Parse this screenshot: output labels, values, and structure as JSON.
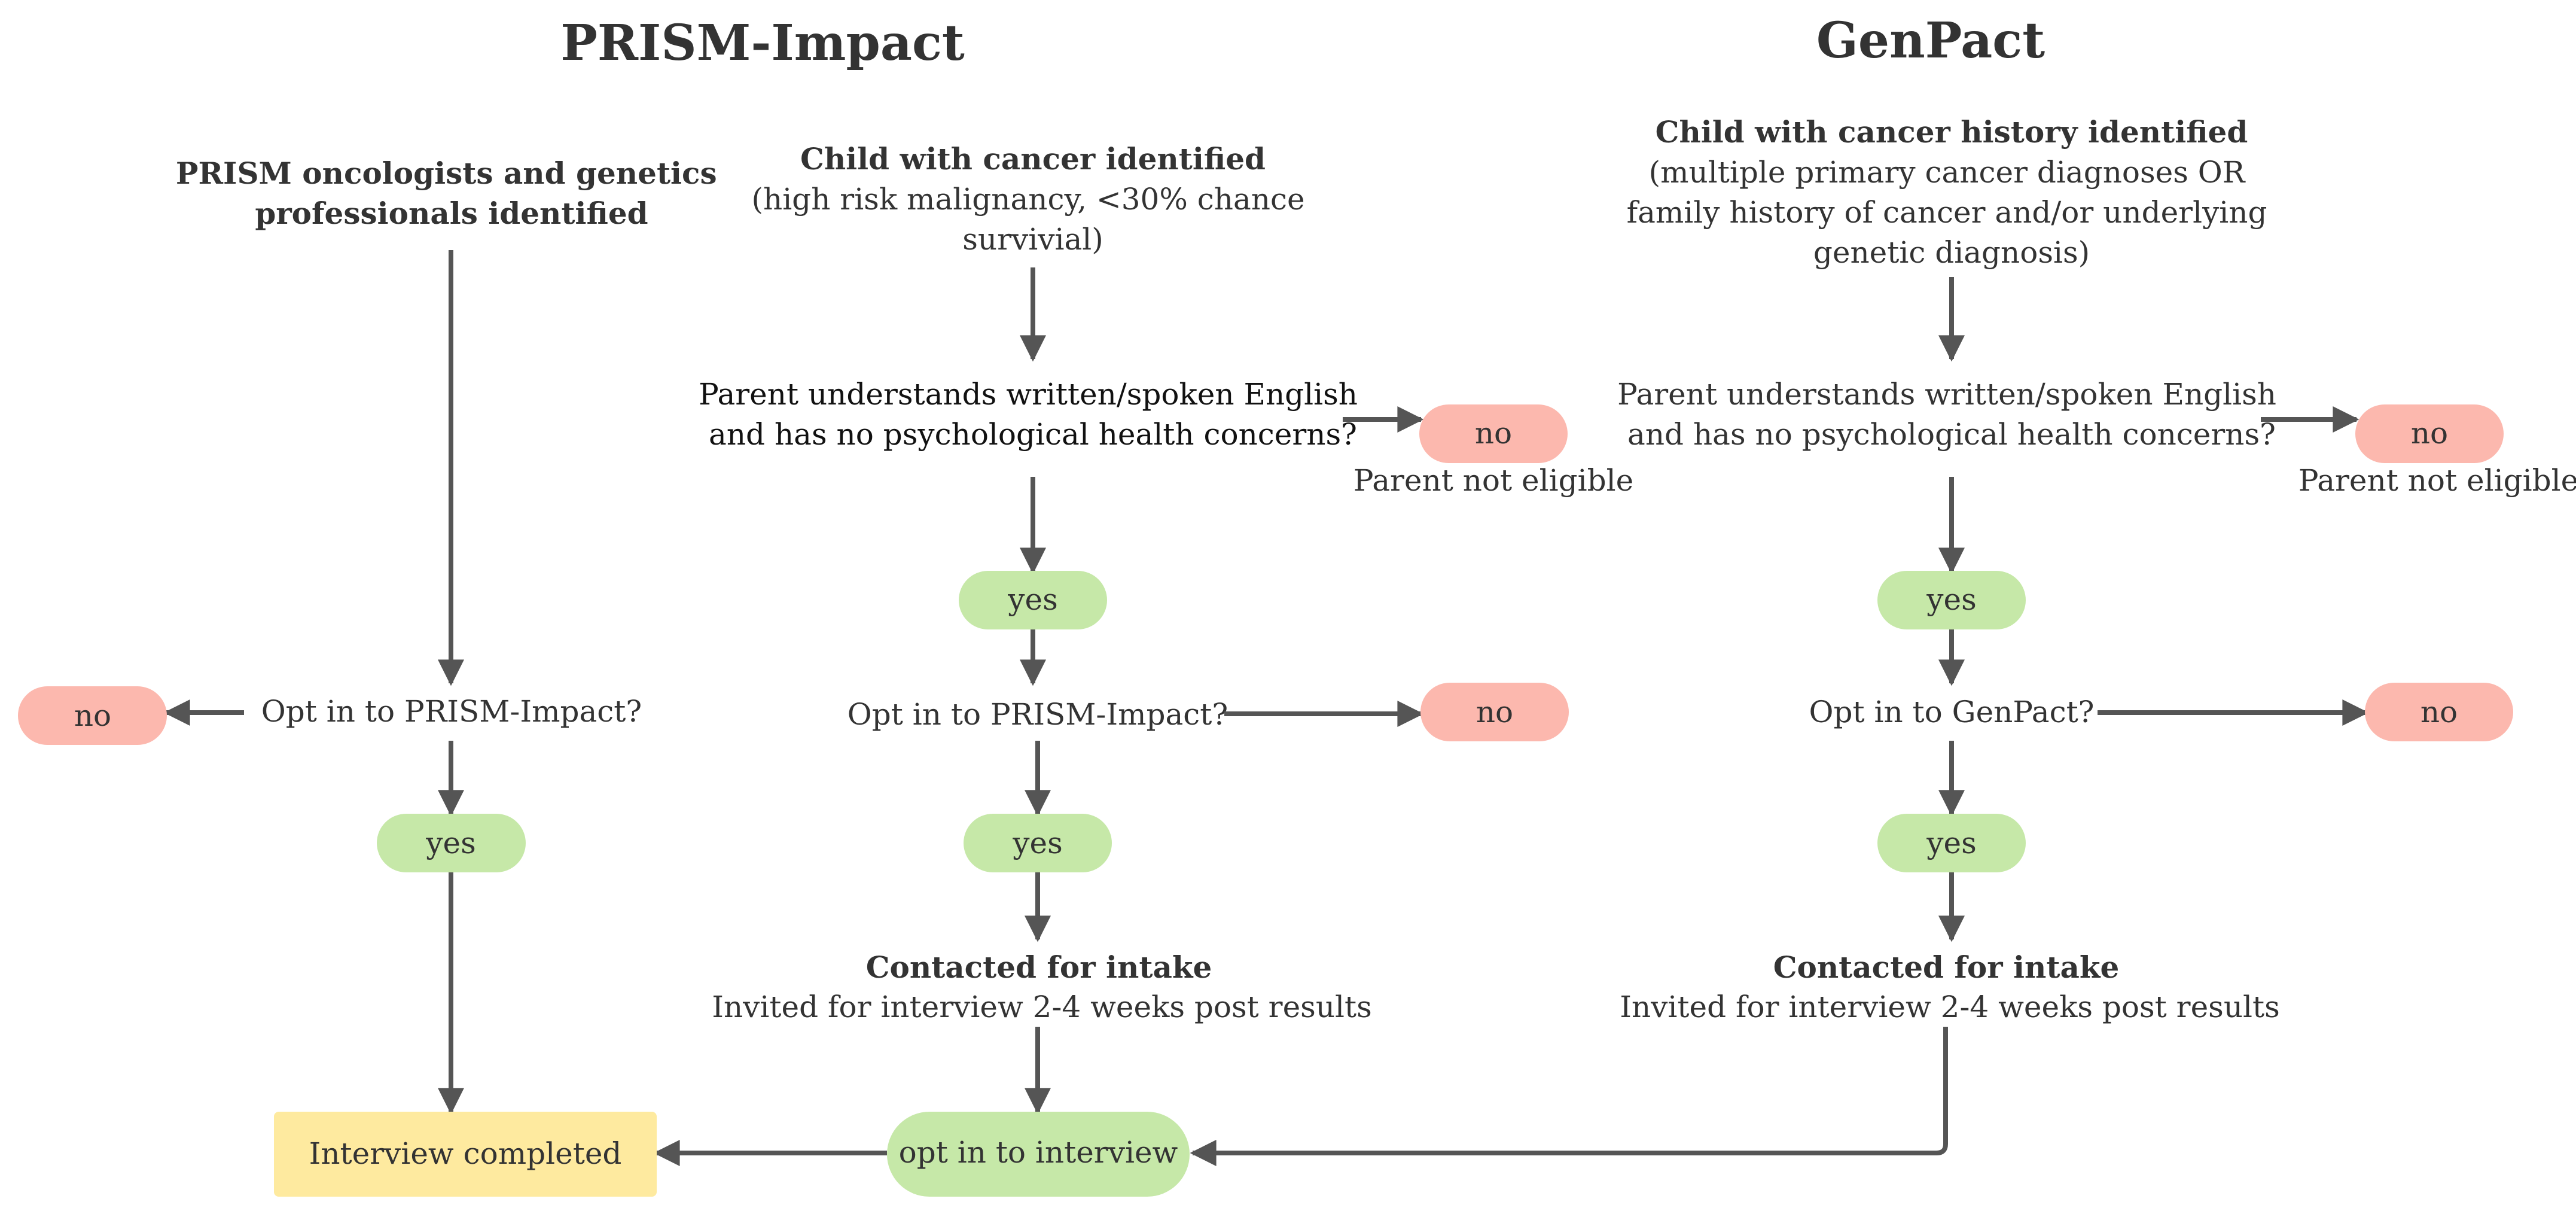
{
  "titles": {
    "left": "PRISM-Impact",
    "right": "GenPact"
  },
  "prism": {
    "professionals": [
      "PRISM oncologists and genetics",
      "professionals identified"
    ],
    "pro_opt_question": "Opt in to PRISM-Impact?",
    "pro_no": "no",
    "pro_yes": "yes",
    "child_title": "Child with cancer identified",
    "child_detail": [
      "(high risk malignancy, <30% chance",
      "survivial)"
    ],
    "parent_question": [
      "Parent understands written/spoken English",
      "and has no psychological health concerns?"
    ],
    "parent_no": "no",
    "parent_not_eligible": "Parent not eligible",
    "parent_yes": "yes",
    "opt_question": "Opt in to PRISM-Impact?",
    "opt_no": "no",
    "opt_yes": "yes",
    "contacted_title": "Contacted for intake",
    "contacted_detail": "Invited for interview 2-4 weeks post results"
  },
  "genpact": {
    "child_title": "Child with cancer history identified",
    "child_detail": [
      "(multiple primary cancer diagnoses OR",
      "family history of cancer and/or underlying",
      "genetic diagnosis)"
    ],
    "parent_question": [
      "Parent understands written/spoken English",
      "and has no psychological health concerns?"
    ],
    "parent_no": "no",
    "parent_not_eligible": "Parent not eligible",
    "parent_yes": "yes",
    "opt_question": "Opt in to GenPact?",
    "opt_no": "no",
    "opt_yes": "yes",
    "contacted_title": "Contacted for intake",
    "contacted_detail": "Invited for interview 2-4 weeks post results"
  },
  "bottom": {
    "opt_in_interview": "opt in to interview",
    "interview_completed": "Interview completed"
  },
  "colors": {
    "no_fill": "#fcb8ae",
    "yes_fill": "#c6e8a8",
    "completed_fill": "#feea9f",
    "arrow": "#555555",
    "text": "#333333"
  }
}
